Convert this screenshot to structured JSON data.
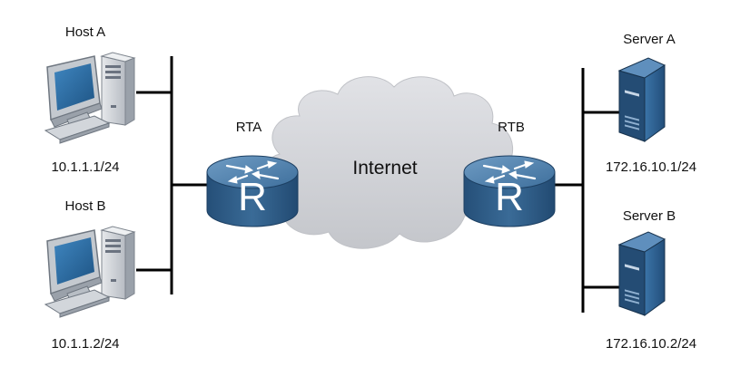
{
  "hosts": [
    {
      "name": "Host A",
      "ip": "10.1.1.1/24"
    },
    {
      "name": "Host B",
      "ip": "10.1.1.2/24"
    }
  ],
  "routers": [
    {
      "name": "RTA",
      "glyph": "R"
    },
    {
      "name": "RTB",
      "glyph": "R"
    }
  ],
  "cloud": {
    "label": "Internet"
  },
  "servers": [
    {
      "name": "Server A",
      "ip": "172.16.10.1/24"
    },
    {
      "name": "Server B",
      "ip": "172.16.10.2/24"
    }
  ],
  "colors": {
    "router_top": "#4a7ca8",
    "router_body": "#2d5d8a",
    "server_front": "#2c5f8d",
    "server_side": "#1b4066",
    "cloud": "#d3d4d8",
    "monitor": "#c9cdd3",
    "screen": "#2a6aa0"
  },
  "icons": {
    "host": "desktop-computer-icon",
    "router": "router-icon",
    "server": "tower-server-icon",
    "cloud": "cloud-icon"
  }
}
